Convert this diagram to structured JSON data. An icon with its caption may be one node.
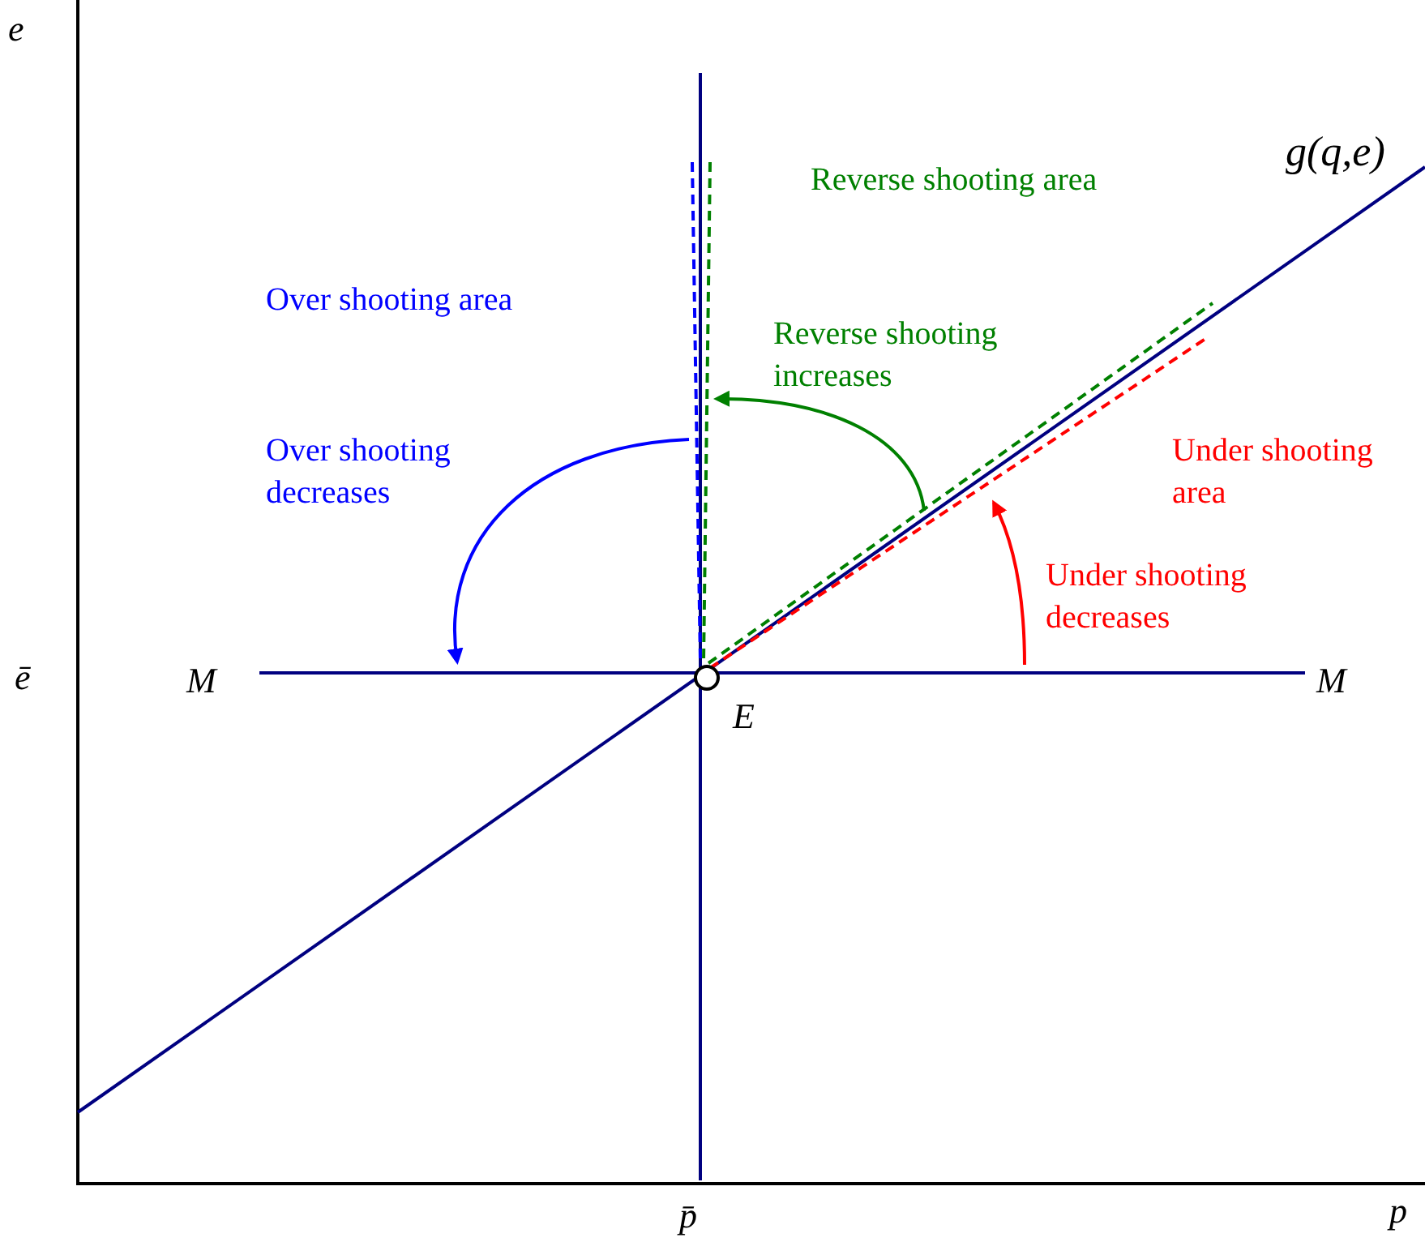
{
  "diagram": {
    "labels": [
      "e",
      "g(q,e)",
      "Reverse shooting area",
      "Over shooting area",
      "Reverse shooting increases",
      "Over shooting decreases",
      "Under shooting area",
      "Under shooting decreases",
      "ē",
      "M",
      "M",
      "E",
      "p̄",
      "p"
    ]
  }
}
